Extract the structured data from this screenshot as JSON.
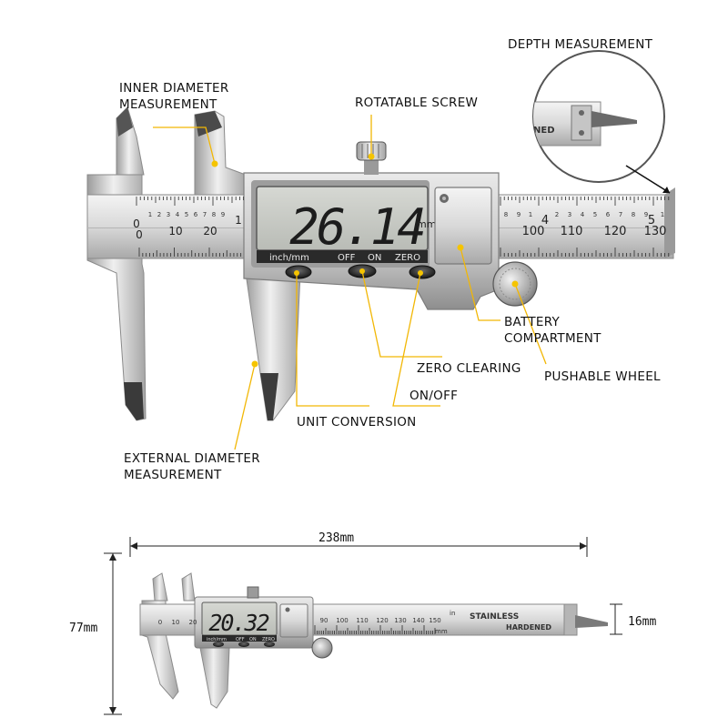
{
  "labels": {
    "depth": "DEPTH MEASUREMENT",
    "inner_line1": "INNER DIAMETER",
    "inner_line2": "MEASUREMENT",
    "screw": "ROTATABLE SCREW",
    "battery_line1": "BATTERY",
    "battery_line2": "COMPARTMENT",
    "zero": "ZERO CLEARING",
    "wheel": "PUSHABLE WHEEL",
    "onoff": "ON/OFF",
    "unit": "UNIT CONVERSION",
    "external_line1": "EXTERNAL DIAMETER",
    "external_line2": "MEASUREMENT"
  },
  "display": {
    "reading": "26.14",
    "unit": "mm",
    "buttons": [
      "inch/mm",
      "OFF",
      "ON",
      "ZERO"
    ],
    "small_reading": "20.32"
  },
  "main_scale": {
    "top_numbers": [
      "1",
      "2",
      "3",
      "4",
      "5",
      "6",
      "7",
      "8",
      "9",
      "1",
      "2",
      "3",
      "4",
      "5",
      "6",
      "7",
      "8",
      "9",
      "1"
    ],
    "top_major": [
      "0",
      "1",
      "4",
      "5"
    ],
    "mm_numbers": [
      "0",
      "10",
      "20",
      "100",
      "110",
      "120",
      "130"
    ]
  },
  "small_scale": {
    "numbers": [
      "0",
      "10",
      "20",
      "90",
      "100",
      "110",
      "120",
      "130",
      "140",
      "150"
    ],
    "stamp_line1": "STAINLESS",
    "stamp_line2": "HARDENED",
    "mm": "mm",
    "inch": "in"
  },
  "depth_inset_text": "NED",
  "dimensions": {
    "length": "238mm",
    "height": "77mm",
    "thickness": "16mm"
  },
  "colors": {
    "leader": "#f2b705",
    "dot": "#f5c400",
    "steel_light": "#e4e4e4",
    "steel_dark": "#8f8f8f",
    "lcd": "#c9cbc6",
    "digits": "#1c1c1c"
  }
}
